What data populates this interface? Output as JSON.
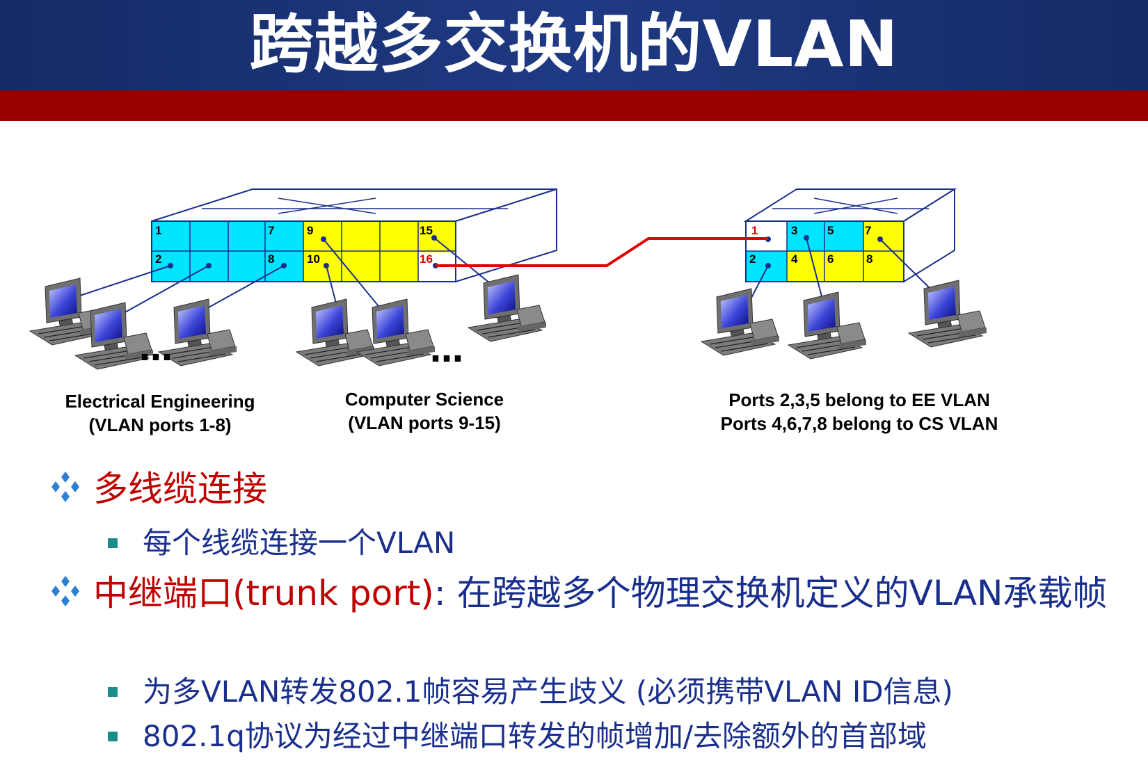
{
  "slide": {
    "title": "跨越多交换机的VLAN"
  },
  "diagram": {
    "left_switch": {
      "port_labels": [
        "1",
        "7",
        "9",
        "15",
        "2",
        "8",
        "10",
        "16"
      ],
      "trunk_port_label": "16",
      "ellipsis": "…"
    },
    "right_switch": {
      "port_labels": [
        "1",
        "3",
        "5",
        "7",
        "2",
        "4",
        "6",
        "8"
      ],
      "trunk_port_label": "1"
    },
    "colors": {
      "ee_vlan": "#00e5ff",
      "cs_vlan": "#ffff00",
      "trunk_link": "#e00000",
      "header": "#1b3375",
      "band": "#9b0000"
    },
    "captions": {
      "ee_line1": "Electrical Engineering",
      "ee_line2": "(VLAN ports 1-8)",
      "cs_line1": "Computer Science",
      "cs_line2": "(VLAN ports 9-15)",
      "right_line1": "Ports 2,3,5 belong to EE VLAN",
      "right_line2": "Ports 4,6,7,8 belong to CS VLAN"
    }
  },
  "bullets": {
    "b1_text": "多线缆连接",
    "b1_sub1": "每个线缆连接一个VLAN",
    "b2_red": "中继端口(trunk port)",
    "b2_blue": ": 在跨越多个物理交换机定义的VLAN承载帧",
    "b2_sub1": "为多VLAN转发802.1帧容易产生歧义 (必须携带VLAN ID信息)",
    "b2_sub2": "802.1q协议为经过中继端口转发的帧增加/去除额外的首部域"
  }
}
